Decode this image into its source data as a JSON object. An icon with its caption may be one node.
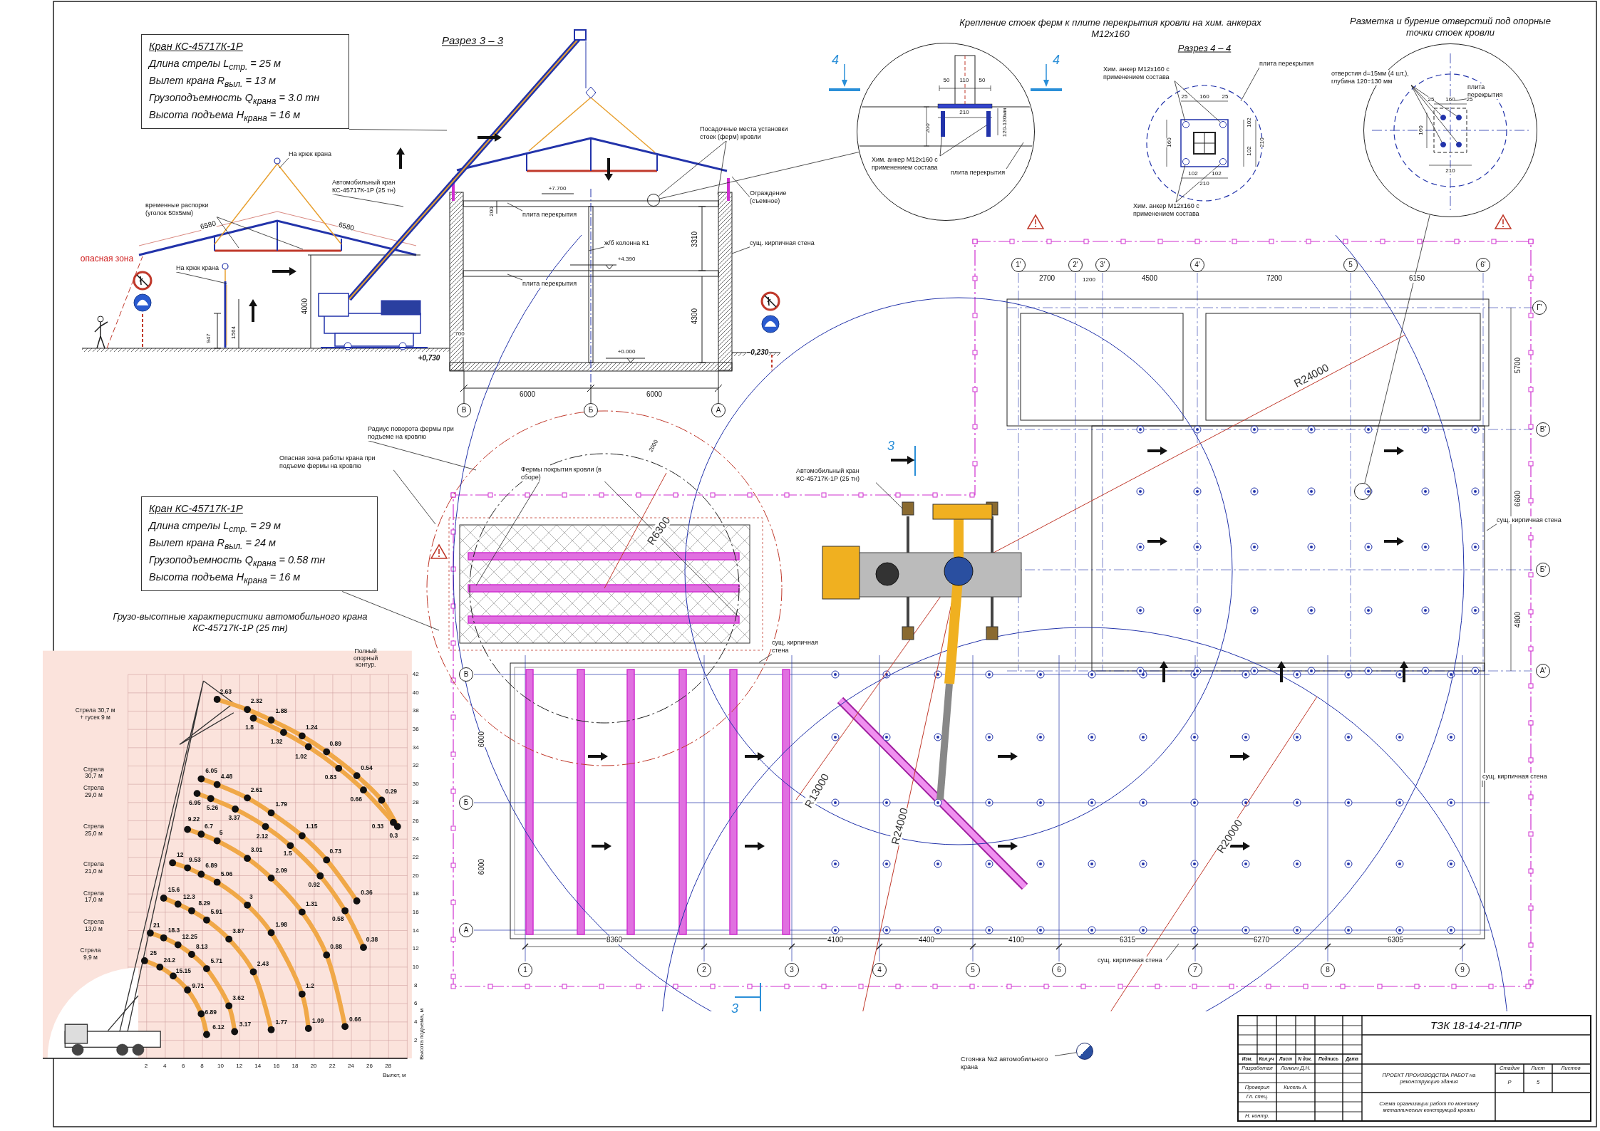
{
  "diagram": {
    "nodes": [
      {
        "text": [
          "Кран КС-45717К-1Р",
          "Длина стрелы L$_{стр.}$ = 25 м",
          "Вылет крана R$_{выл.}$ = 13 м",
          "Грузоподъемность Q$_{крана}$ = 3.0 тн",
          "Высота подъема H$_{крана}$ = 16 м"
        ]
      },
      {
        "text": [
          "Кран КС-45717К-1Р",
          "Длина стрелы L$_{стр.}$ = 29 м",
          "Вылет крана R$_{выл.}$ = 24 м",
          "Грузоподъемность Q$_{крана}$ = 0.58 тн",
          "Высота подъема H$_{крана}$ = 16 м"
        ]
      },
      {
        "text": [
          "На крюк крана"
        ]
      },
      {
        "text": [
          "временные распорки (уголок 50х5мм)"
        ]
      },
      {
        "text": [
          "На крюк крана"
        ]
      },
      {
        "text": [
          "Автомобильный кран КС-45717К-1Р (25 тн)"
        ]
      },
      {
        "text": [
          "Посадочные места установки стоек (ферм) кровли"
        ]
      },
      {
        "text": [
          "Ограждение (съемное)"
        ]
      },
      {
        "text": [
          "плита перекрытия"
        ]
      },
      {
        "text": [
          "ж/б колонна К1"
        ]
      },
      {
        "text": [
          "сущ. кирпичная стена"
        ]
      },
      {
        "text": [
          "плита перекрытия"
        ]
      },
      {
        "text": [],
        "shape": "circle",
        "beside": [
          "Крепление стоек ферм к плите перекрытия кровли на хим. анкерах М12х160"
        ]
      },
      {
        "text": [],
        "shape": "circle"
      },
      {
        "text": [
          "Хим. анкер М12х160 с применением состава"
        ],
        "in": 12
      },
      {
        "text": [
          "плита перекрытия"
        ],
        "in": 12
      },
      {
        "text": [
          "Хим. анкер М12х160 с применением состава"
        ]
      },
      {
        "text": [
          "плита перекрытия"
        ]
      },
      {
        "text": [
          "Хим. анкер М12х160 с применением состава"
        ]
      },
      {
        "text": [],
        "shape": "circle",
        "beside": [
          "Разметка и бурение отверстий под опорные точки стоек кровли"
        ]
      },
      {
        "text": [
          "отверстия d=15мм (4 шт.), глубина 120÷130 мм"
        ]
      },
      {
        "text": [
          "плита перекрытия"
        ],
        "in": 19
      },
      {
        "text": [],
        "shape": "circle"
      },
      {
        "text": [
          "Радиус поворота фермы при подъеме на кровлю"
        ]
      },
      {
        "text": [
          "Опасная зона работы крана при подъеме фермы на кровлю"
        ]
      },
      {
        "text": [
          "Фермы покрытия кровли (в сборе)"
        ]
      },
      {
        "text": [
          "Автомобильный кран КС-45717К-1Р (25 тн)"
        ]
      },
      {
        "text": [
          "сущ. кирпичная стена"
        ]
      },
      {
        "text": [
          "сущ. кирпичная стена"
        ]
      },
      {
        "text": [
          "сущ. кирпичная стена"
        ]
      },
      {
        "text": [
          "сущ. кирпичная стена"
        ]
      },
      {
        "text": [
          "Стоянка №2 автомобильного крана"
        ]
      },
      {
        "text": [],
        "shape": "circle"
      },
      {
        "text": [],
        "shape": "circle",
        "in": 19
      },
      {
        "text": [],
        "shape": "circle",
        "in": 19
      },
      {
        "text": [],
        "shape": "circle",
        "in": 19
      },
      {
        "text": [],
        "shape": "circle",
        "in": 19
      },
      {
        "text": [],
        "shape": "circle"
      },
      {
        "text": [],
        "shape": "circle"
      },
      {
        "text": [],
        "shape": "circle"
      },
      {
        "text": [],
        "shape": "circle"
      },
      {
        "text": [],
        "shape": "bar",
        "in": 12
      },
      {
        "text": [],
        "shape": "bar",
        "in": 12
      },
      {
        "text": [],
        "shape": "picture"
      }
    ],
    "edges": [
      {
        "from": 0,
        "to": null,
        "arrow": "none"
      },
      {
        "from": 1,
        "to": null,
        "arrow": "none"
      },
      {
        "from": 2,
        "to": null,
        "arrow": "none"
      },
      {
        "from": 3,
        "to": null,
        "arrow": "none"
      },
      {
        "from": 3,
        "to": null,
        "arrow": "none"
      },
      {
        "from": 4,
        "to": null,
        "arrow": "none"
      },
      {
        "from": 5,
        "to": null,
        "arrow": "none"
      },
      {
        "from": 6,
        "to": 13,
        "arrow": "none"
      },
      {
        "from": 6,
        "to": null,
        "arrow": "none"
      },
      {
        "from": 7,
        "to": null,
        "arrow": "none"
      },
      {
        "from": 8,
        "to": null,
        "arrow": "none"
      },
      {
        "from": 9,
        "to": null,
        "arrow": "none"
      },
      {
        "from": 10,
        "to": null,
        "arrow": "none"
      },
      {
        "from": 11,
        "to": null,
        "arrow": "none"
      },
      {
        "from": 13,
        "to": 12,
        "arrow": "none"
      },
      {
        "from": 14,
        "to": 41,
        "arrow": "none"
      },
      {
        "from": 14,
        "to": 42,
        "arrow": "none"
      },
      {
        "from": 15,
        "to": 12,
        "arrow": "none"
      },
      {
        "from": 16,
        "to": 37,
        "arrow": "none"
      },
      {
        "from": 16,
        "to": 38,
        "arrow": "none"
      },
      {
        "from": 17,
        "to": null,
        "arrow": "none"
      },
      {
        "from": 18,
        "to": 39,
        "arrow": "none"
      },
      {
        "from": 18,
        "to": 40,
        "arrow": "none"
      },
      {
        "from": 20,
        "to": 33,
        "arrow": "none"
      },
      {
        "from": 20,
        "to": 34,
        "arrow": "none"
      },
      {
        "from": 20,
        "to": 35,
        "arrow": "none"
      },
      {
        "from": 20,
        "to": 36,
        "arrow": "none"
      },
      {
        "from": 21,
        "to": 19,
        "arrow": "none"
      },
      {
        "from": 22,
        "to": 19,
        "arrow": "none"
      },
      {
        "from": 23,
        "to": null,
        "arrow": "none"
      },
      {
        "from": 24,
        "to": null,
        "arrow": "none"
      },
      {
        "from": 25,
        "to": null,
        "arrow": "none"
      },
      {
        "from": 25,
        "to": null,
        "arrow": "none"
      },
      {
        "from": 26,
        "to": 43,
        "arrow": "none"
      },
      {
        "from": 27,
        "to": null,
        "arrow": "none"
      },
      {
        "from": 28,
        "to": null,
        "arrow": "none"
      },
      {
        "from": 29,
        "to": null,
        "arrow": "none"
      },
      {
        "from": 30,
        "to": null,
        "arrow": "none"
      },
      {
        "from": 31,
        "to": 32,
        "arrow": "none"
      }
    ],
    "labels": [
      "Разрез 3 – 3",
      "6580",
      "6580",
      "опасная зона",
      "4000",
      "947",
      "1564",
      "+7.700",
      "200",
      "3310",
      "+4.390",
      "4300",
      "+0.000",
      "700",
      "+0,730",
      "–0,230",
      "6000",
      "6000",
      "В",
      "Б",
      "А",
      "4",
      "4",
      "50",
      "110",
      "50",
      "210",
      "200",
      "120-130мм",
      "Разрез 4 – 4",
      "25",
      "160",
      "25",
      "160",
      "102",
      "102",
      "210",
      "102",
      "102",
      "210",
      "25",
      "160",
      "25",
      "160",
      "210",
      "2000",
      "R6300",
      "3",
      "1'",
      "2'",
      "3'",
      "4'",
      "5",
      "6'",
      "2700",
      "1200",
      "4500",
      "7200",
      "6150",
      "Г'",
      "В'",
      "Б'",
      "А'",
      "5700",
      "6600",
      "4800",
      "R24000",
      "В",
      "Б",
      "А",
      "6000",
      "6000",
      "R13000",
      "R24000",
      "R20000",
      "8360",
      "4100",
      "4400",
      "4100",
      "6315",
      "6270",
      "6305",
      "1",
      "2",
      "3",
      "4",
      "5",
      "6",
      "7",
      "8",
      "9",
      "3",
      "Грузо-высотные характеристики автомобильного крана КС-45717К-1Р (25 тн)",
      "Полный опорный контур.",
      "Стрела 30,7 м + гусек 9 м",
      "Стрела 30,7 м",
      "Стрела 29,0 м",
      "Стрела 25,0 м",
      "Стрела 21,0 м",
      "Стрела 17,0 м",
      "Стрела 13,0 м",
      "Стрела 9,9 м",
      "2.63",
      "2.32",
      "1.88",
      "1.24",
      "0.89",
      "0.54",
      "0.29",
      "0.33",
      "0.3",
      "1.8",
      "1.32",
      "1.02",
      "0.83",
      "0.66",
      "6.05",
      "4.48",
      "2.61",
      "1.79",
      "1.15",
      "0.73",
      "0.36",
      "6.95",
      "5.26",
      "3.37",
      "2.12",
      "1.5",
      "0.92",
      "0.58",
      "0.38",
      "9.22",
      "6.7",
      "5",
      "3.01",
      "2.09",
      "1.31",
      "0.88",
      "0.66",
      "12",
      "9.53",
      "6.89",
      "5.06",
      "3",
      "1.98",
      "1.2",
      "1.09",
      "15.6",
      "12.3",
      "8.29",
      "5.91",
      "3.87",
      "2.43",
      "1.77",
      "21",
      "18.3",
      "12.25",
      "8.13",
      "5.71",
      "3.62",
      "3.17",
      "25",
      "24.2",
      "15.15",
      "9.71",
      "6.89",
      "6.12",
      "42",
      "40",
      "38",
      "36",
      "34",
      "32",
      "30",
      "28",
      "26",
      "24",
      "22",
      "20",
      "18",
      "16",
      "14",
      "12",
      "10",
      "8",
      "6",
      "4",
      "2",
      "2",
      "4",
      "6",
      "8",
      "10",
      "12",
      "14",
      "16",
      "18",
      "20",
      "22",
      "24",
      "26",
      "28",
      "Вылет, м",
      "Высота подъема, м",
      "ТЗК 18-14-21-ППР",
      "Изм.",
      "Кол.уч",
      "Лист",
      "N док.",
      "Подпись",
      "Дата",
      "Разработал",
      "Линкин Д.Н.",
      "Стадия",
      "Лист",
      "Листов",
      "ПРОЕКТ ПРОИЗВОДСТВА РАБОТ на реконструкцию здания",
      "Р",
      "5",
      "Проверил",
      "Кисель А.",
      "Гл. спец.",
      "Схема организации работ по монтажу металлических конструкций кровли",
      "Н. контр."
    ]
  }
}
